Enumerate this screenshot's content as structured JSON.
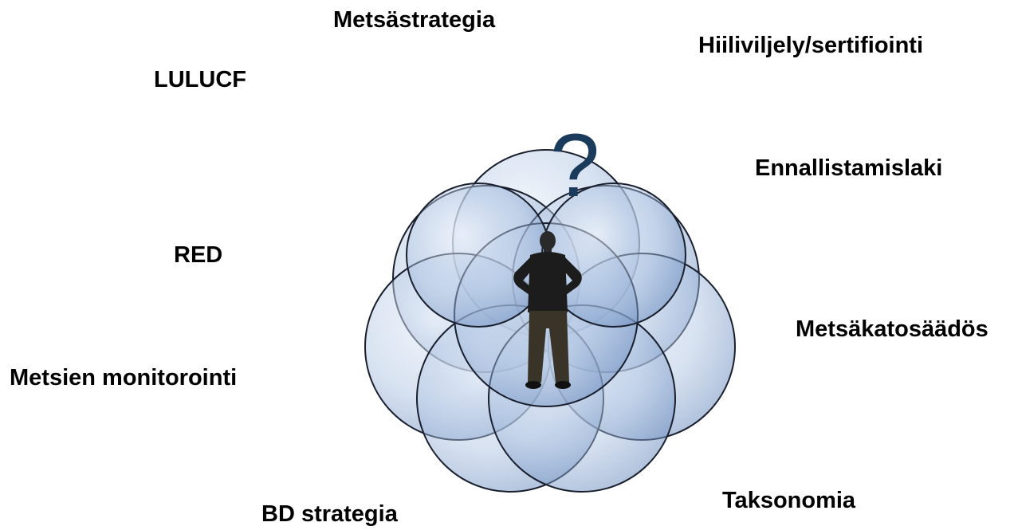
{
  "labels": [
    "Metsästrategia",
    "Hiiliviljely/sertifiointi",
    "LULUCF",
    "Ennallistamislaki",
    "RED",
    "Metsäkatosäädös",
    "Metsien monitorointi",
    "Taksonomia",
    "BD strategia"
  ],
  "question_mark": "?",
  "colors": {
    "bubble_fill_light": "#eef3fb",
    "bubble_fill_mid": "#a9c0e0",
    "bubble_fill_dark": "#5f82b8",
    "bubble_outline": "#1a1f2e",
    "question_mark": "#1b3b5c",
    "figure_jacket": "#1c1c1c",
    "figure_trousers": "#3a3428"
  }
}
